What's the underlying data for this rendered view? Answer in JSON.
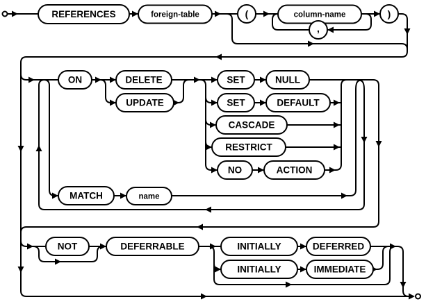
{
  "diagram": {
    "kind": "railroad-syntax-diagram",
    "colors": {
      "line": "#000000",
      "node_fill": "#ffffff",
      "text": "#000000"
    },
    "nodes": {
      "references": "REFERENCES",
      "foreign_table": "foreign-table",
      "open_paren": "(",
      "column_name": "column-name",
      "comma": ",",
      "close_paren": ")",
      "on": "ON",
      "delete": "DELETE",
      "update": "UPDATE",
      "set_1": "SET",
      "null": "NULL",
      "set_2": "SET",
      "default": "DEFAULT",
      "cascade": "CASCADE",
      "restrict": "RESTRICT",
      "no": "NO",
      "action": "ACTION",
      "match": "MATCH",
      "name": "name",
      "not": "NOT",
      "deferrable": "DEFERRABLE",
      "initially_1": "INITIALLY",
      "deferred": "DEFERRED",
      "initially_2": "INITIALLY",
      "immediate": "IMMEDIATE"
    }
  }
}
